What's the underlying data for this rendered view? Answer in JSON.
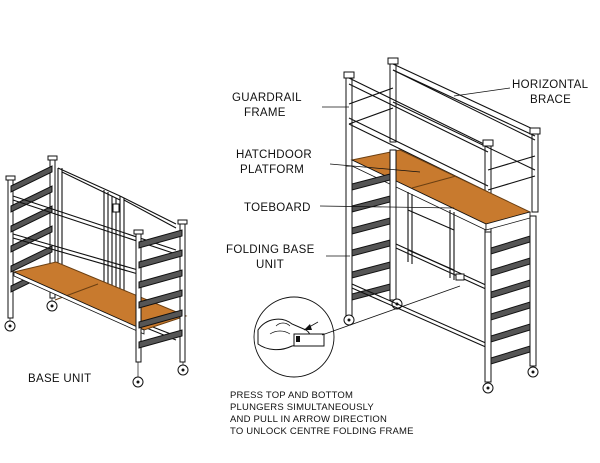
{
  "labels": {
    "guardrail_frame_1": "GUARDRAIL",
    "guardrail_frame_2": "FRAME",
    "horizontal_brace_1": "HORIZONTAL",
    "horizontal_brace_2": "BRACE",
    "hatchdoor_platform_1": "HATCHDOOR",
    "hatchdoor_platform_2": "PLATFORM",
    "toeboard": "TOEBOARD",
    "folding_base_unit_1": "FOLDING BASE",
    "folding_base_unit_2": "UNIT",
    "base_unit": "BASE UNIT"
  },
  "instruction": {
    "line1": "PRESS TOP AND BOTTOM",
    "line2": "PLUNGERS SIMULTANEOUSLY",
    "line3": "AND PULL IN ARROW DIRECTION",
    "line4": "TO UNLOCK CENTRE FOLDING FRAME"
  },
  "colors": {
    "platform": "#c87a2e",
    "line": "#111111"
  }
}
